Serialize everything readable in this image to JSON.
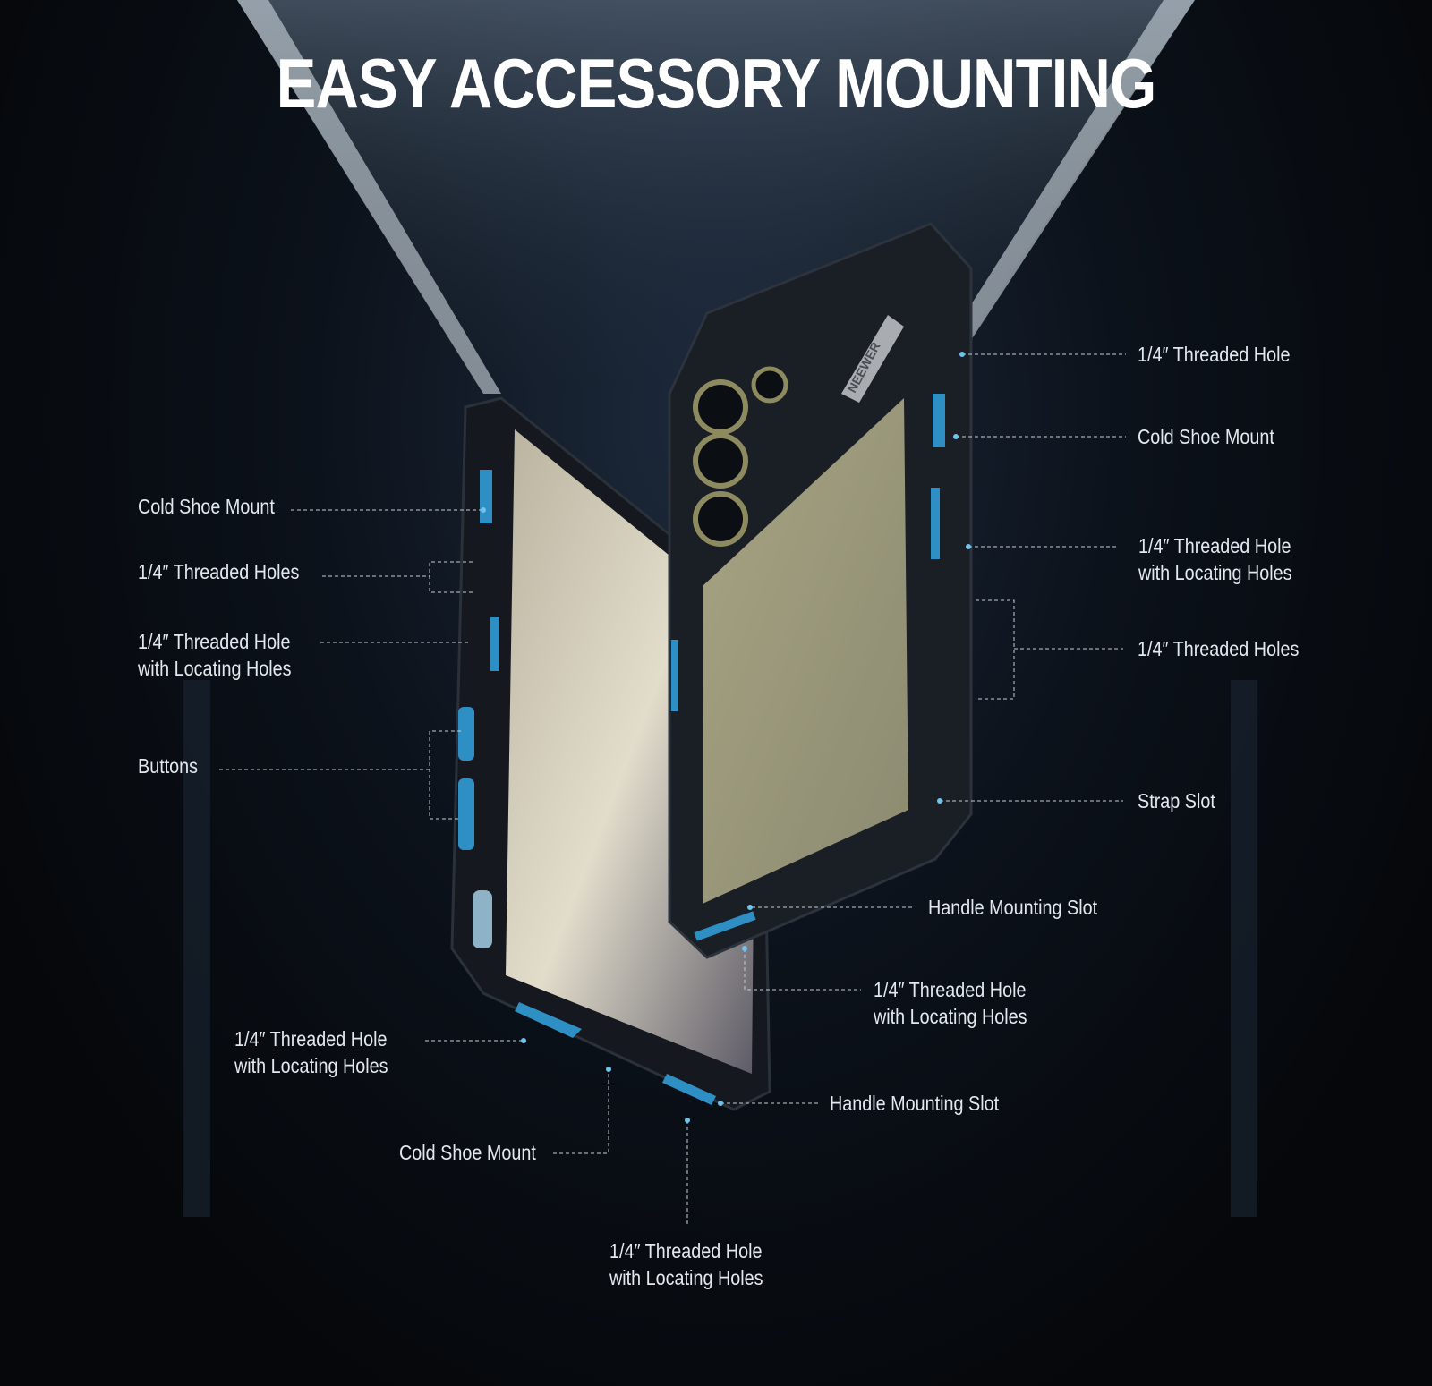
{
  "title": "EASY ACCESSORY MOUNTING",
  "brand_logo": "NEEWER",
  "accent_color": "#2e8fc4",
  "callouts_right": [
    {
      "line1": "1/4″ Threaded Hole",
      "line2": ""
    },
    {
      "line1": "Cold Shoe Mount",
      "line2": ""
    },
    {
      "line1": "1/4″ Threaded Hole",
      "line2": "with Locating Holes"
    },
    {
      "line1": "1/4″ Threaded Holes",
      "line2": ""
    },
    {
      "line1": "Strap Slot",
      "line2": ""
    },
    {
      "line1": "Handle Mounting Slot",
      "line2": ""
    },
    {
      "line1": "1/4″ Threaded Hole",
      "line2": "with Locating Holes"
    },
    {
      "line1": "Handle Mounting Slot",
      "line2": ""
    },
    {
      "line1": "1/4″ Threaded Hole",
      "line2": "with Locating Holes"
    }
  ],
  "callouts_left": [
    {
      "line1": "Cold Shoe Mount",
      "line2": ""
    },
    {
      "line1": "1/4″ Threaded Holes",
      "line2": ""
    },
    {
      "line1": "1/4″ Threaded Hole",
      "line2": "with Locating Holes"
    },
    {
      "line1": "Buttons",
      "line2": ""
    },
    {
      "line1": "1/4″ Threaded Hole",
      "line2": "with Locating Holes"
    },
    {
      "line1": "Cold Shoe Mount",
      "line2": ""
    }
  ]
}
